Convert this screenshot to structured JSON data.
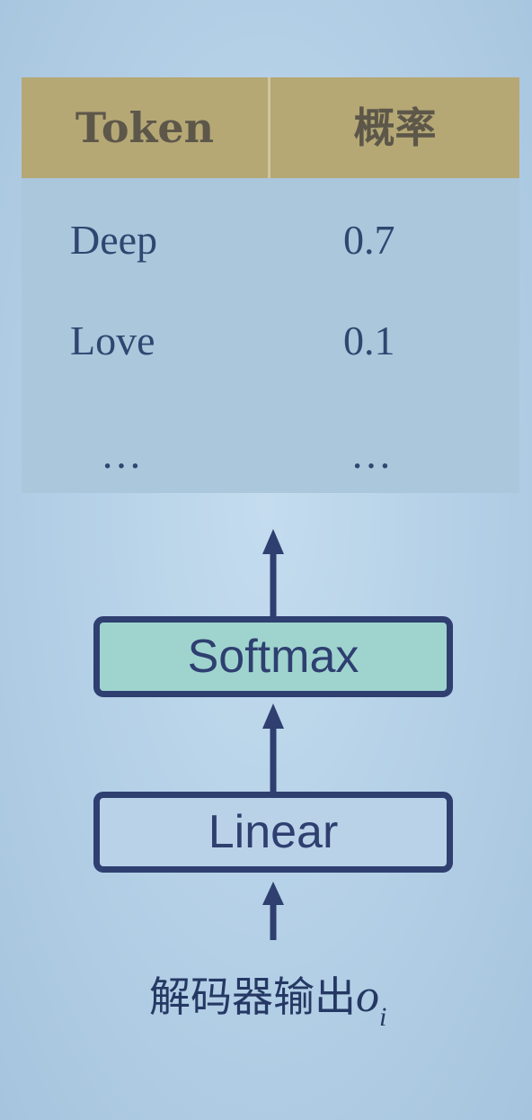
{
  "table": {
    "headers": [
      "Token",
      "概率"
    ],
    "rows": [
      {
        "token": "Deep",
        "prob": "0.7"
      },
      {
        "token": "Love",
        "prob": "0.1"
      },
      {
        "token": "…",
        "prob": "…"
      }
    ]
  },
  "diagram": {
    "softmax_label": "Softmax",
    "linear_label": "Linear",
    "input_label": "解码器输出",
    "input_var": "o",
    "input_sub": "i"
  },
  "colors": {
    "header_bg": "#b5a875",
    "softmax_fill": "#9fd4ce",
    "box_border": "#2e3f70"
  }
}
